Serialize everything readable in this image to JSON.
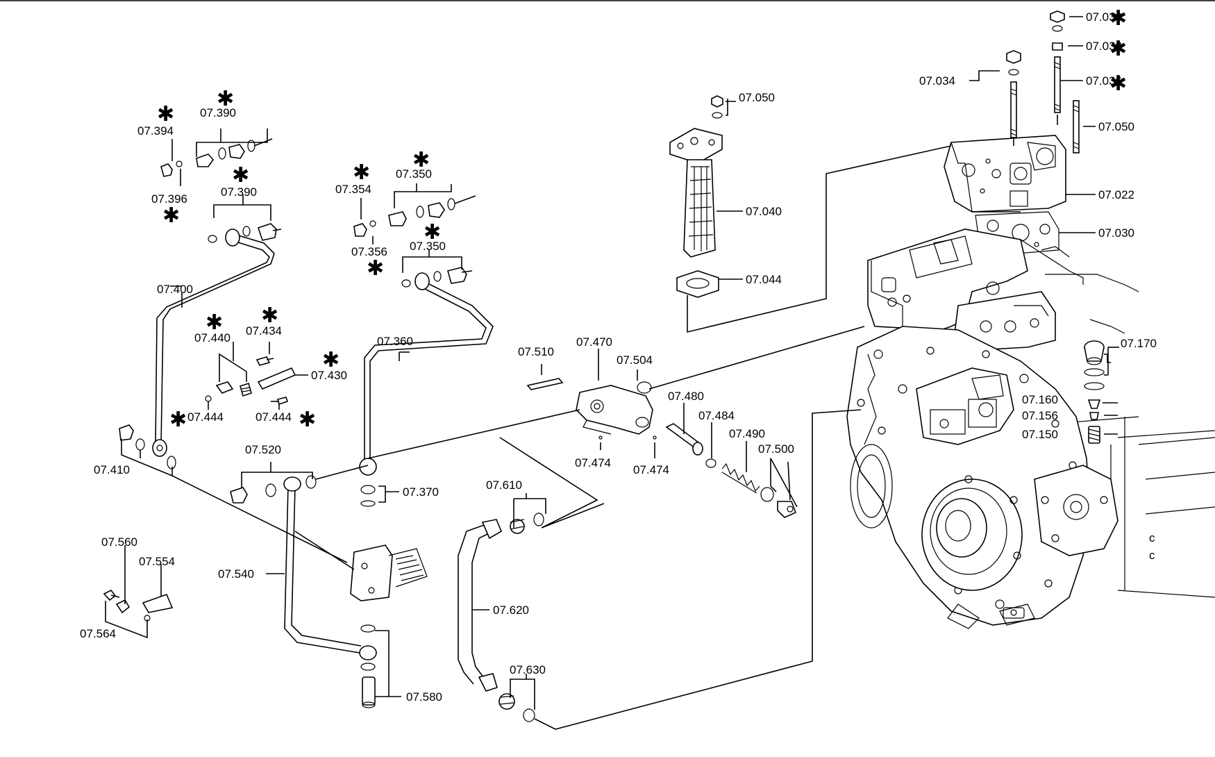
{
  "labels": {
    "p07036a": "07.036",
    "p07038": "07.038",
    "p07036b": "07.036",
    "p07034": "07.034",
    "p07050a": "07.050",
    "p07050b": "07.050",
    "p07022": "07.022",
    "p07030": "07.030",
    "p07040": "07.040",
    "p07044": "07.044",
    "p07170": "07.170",
    "p07160": "07.160",
    "p07156": "07.156",
    "p07150": "07.150",
    "p07394": "07.394",
    "p07390a": "07.390",
    "p07396": "07.396",
    "p07390b": "07.390",
    "p07400": "07.400",
    "p07354": "07.354",
    "p07350a": "07.350",
    "p07356": "07.356",
    "p07350b": "07.350",
    "p07360": "07.360",
    "p07440": "07.440",
    "p07434": "07.434",
    "p07430": "07.430",
    "p07444a": "07.444",
    "p07444b": "07.444",
    "p07410": "07.410",
    "p07520": "07.520",
    "p07370": "07.370",
    "p07540": "07.540",
    "p07580": "07.580",
    "p07560": "07.560",
    "p07554": "07.554",
    "p07564": "07.564",
    "p07510": "07.510",
    "p07470": "07.470",
    "p07504": "07.504",
    "p07474a": "07.474",
    "p07474b": "07.474",
    "p07480": "07.480",
    "p07484": "07.484",
    "p07490": "07.490",
    "p07500": "07.500",
    "p07610": "07.610",
    "p07620": "07.620",
    "p07630": "07.630"
  },
  "marker": "✱"
}
